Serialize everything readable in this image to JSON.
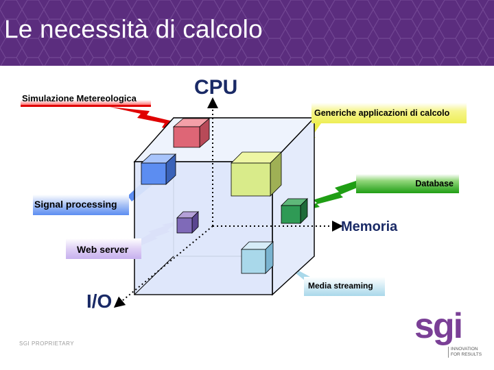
{
  "title": "Le necessità di calcolo",
  "labels": {
    "simulazione": "Simulazione Metereologica",
    "cpu": "CPU",
    "generiche": "Generiche applicazioni di calcolo",
    "database": "Database",
    "signal": "Signal processing",
    "memoria": "Memoria",
    "web": "Web server",
    "media": "Media streaming",
    "io": "I/O"
  },
  "footer": "SGI PROPRIETARY",
  "logo": {
    "text": "sgi",
    "tagline_1": "INNOVATION",
    "tagline_2": "FOR RESULTS"
  },
  "colors": {
    "header": "#5b2d7e",
    "cube_fill": "#dfe7fb",
    "simulazione": "#e00000",
    "generiche": "#eeee55",
    "database": "#1f9e14",
    "signal": "#5c8df1",
    "web": "#c7b1ee",
    "media": "#a9d8ea",
    "logo": "#7a3f96"
  }
}
